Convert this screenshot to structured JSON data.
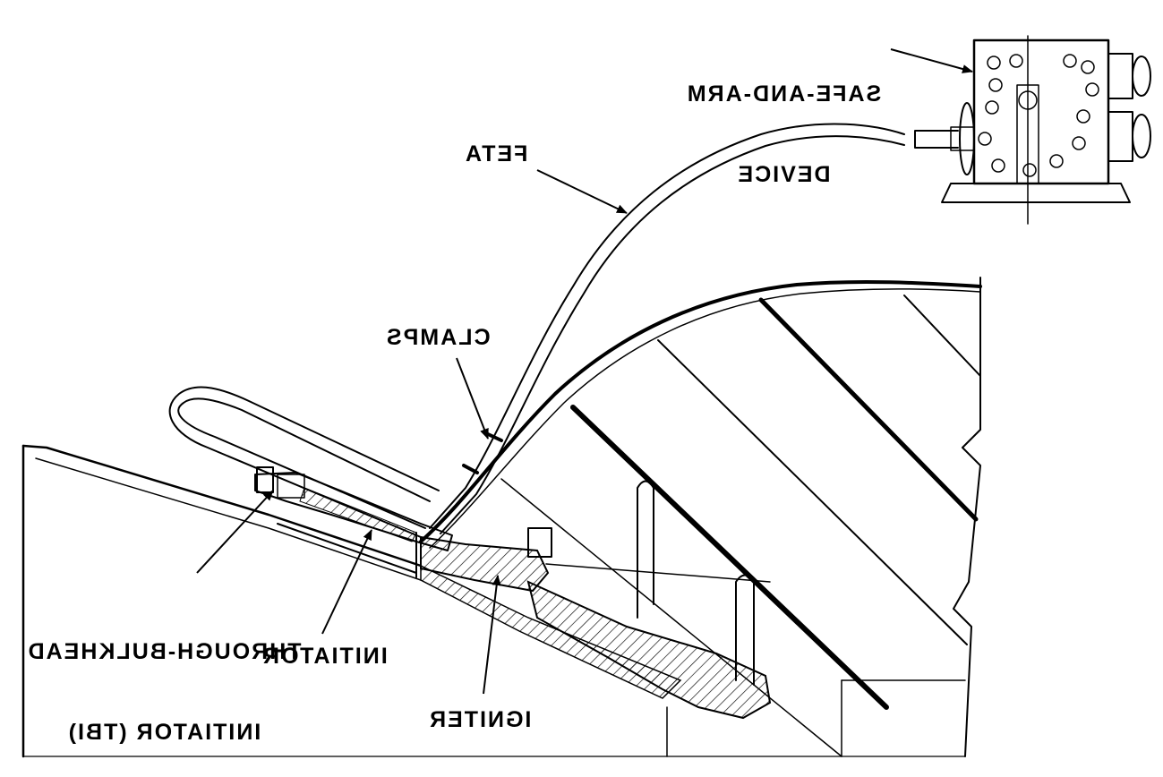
{
  "labels": {
    "safe_and_arm_line1": "SAFE-AND-ARM",
    "safe_and_arm_line2": "DEVICE",
    "feta": "FETA",
    "clamps": "CLAMPS",
    "tbi_line1": "THROUGH-BULKHEAD",
    "tbi_line2": "INITIATOR (TBI)",
    "initiator": "INITIATOR",
    "igniter": "IGNITER"
  },
  "colors": {
    "ink": "#000000",
    "paper": "#ffffff"
  },
  "text_orientation": "mirrored"
}
